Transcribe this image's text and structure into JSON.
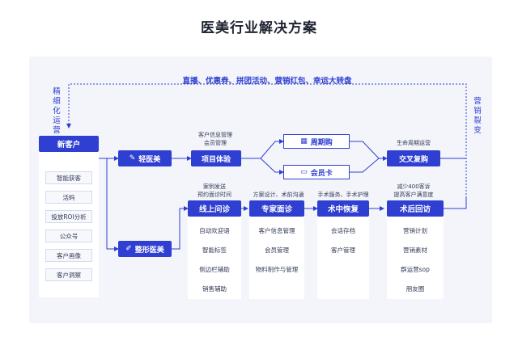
{
  "title": "医美行业解决方案",
  "top_loop_label": "直播、优惠券、拼团活动、营销红包、幸运大转盘",
  "left_vertical_label": "精细化运营",
  "right_vertical_label": "营销裂变",
  "new_customer": {
    "header": "新客户",
    "items": [
      "智能获客",
      "活码",
      "投放ROI分析",
      "公众号",
      "客户画像",
      "客户洞察"
    ]
  },
  "branch_light": {
    "label": "轻医美",
    "icon": "syringe-icon"
  },
  "branch_surgery": {
    "label": "整形医美",
    "icon": "scalpel-icon"
  },
  "project_experience": {
    "label": "项目体验",
    "note_lines": [
      "客户信息管理",
      "会员管理"
    ]
  },
  "cycle_purchase": {
    "label": "周期购",
    "icon": "calendar-icon"
  },
  "member_card": {
    "label": "会员卡",
    "icon": "card-icon"
  },
  "cross_repurchase": {
    "label": "交叉复购",
    "note_lines": [
      "生命周期运营"
    ]
  },
  "online_consult": {
    "header": "线上问诊",
    "note_lines": [
      "案例发送",
      "预约面诊时间"
    ],
    "items": [
      "自动欢迎语",
      "智能标签",
      "侧边栏辅助",
      "销售辅助"
    ]
  },
  "expert_consult": {
    "header": "专家面诊",
    "note_lines": [
      "方案设计、术前沟通"
    ],
    "items": [
      "客户信息管理",
      "会员管理",
      "物料制作与管理"
    ]
  },
  "surgery_recovery": {
    "header": "术中恢复",
    "note_lines": [
      "手术服务、手术护理"
    ],
    "items": [
      "会话存档",
      "客户管理"
    ]
  },
  "post_followup": {
    "header": "术后回访",
    "note_lines": [
      "减少400客诉",
      "提高客户满意度"
    ],
    "items": [
      "营销计划",
      "营销素材",
      "群运营sop",
      "朋友圈"
    ]
  },
  "colors": {
    "accent": "#2f3fd1",
    "panel": "#f3f5fa"
  }
}
